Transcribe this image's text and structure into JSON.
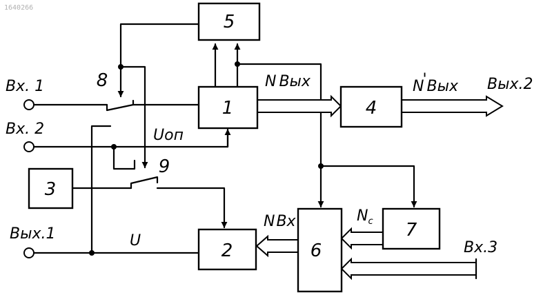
{
  "watermark": "1640266",
  "blocks": {
    "b1": "1",
    "b2": "2",
    "b3": "3",
    "b4": "4",
    "b5": "5",
    "b6": "6",
    "b7": "7"
  },
  "switches": {
    "s8": "8",
    "s9": "9"
  },
  "terminals": {
    "in1": "Вх. 1",
    "in2": "Вх. 2",
    "in3": "Вх.3",
    "out1": "Вых.1",
    "out2": "Вых.2"
  },
  "signals": {
    "n_out_prefix": "N",
    "n_out": "Вых",
    "n_out2_prefix": "N",
    "n_out2_prime": "'",
    "n_out2": "Вых",
    "u_ref": "Uоп",
    "u": "U",
    "n_in_prefix": "N",
    "n_in": "Вх",
    "n_c": "N",
    "n_c_sub": "c"
  }
}
